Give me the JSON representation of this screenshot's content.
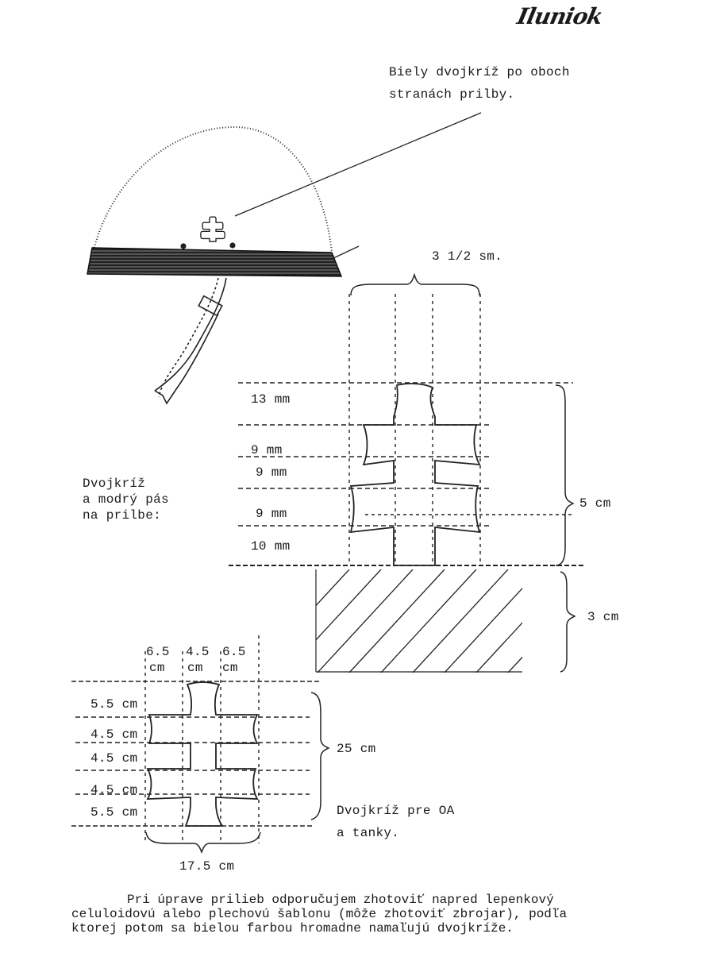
{
  "signature": "Iluniok",
  "helmet_note": {
    "line1": "Biely dvojkríž po oboch",
    "line2": "stranách prilby."
  },
  "helmet_section": {
    "width_label": "3 1/2 sm.",
    "dims": [
      "13 mm",
      "9 mm",
      "9 mm",
      "9 mm",
      "10 mm"
    ],
    "height_label": "5 cm",
    "stripe_label": "3 cm",
    "caption": [
      "Dvojkríž",
      "a modrý pás",
      "na prilbe:"
    ]
  },
  "vehicle_section": {
    "col_values": [
      "6.5",
      "4.5",
      "6.5"
    ],
    "col_units": [
      "cm",
      "cm",
      "cm"
    ],
    "row_dims": [
      "5.5 cm",
      "4.5 cm",
      "4.5 cm",
      "4.5 cm",
      "5.5 cm"
    ],
    "height_label": "25 cm",
    "width_label": "17.5 cm",
    "caption": [
      "Dvojkríž pre OA",
      "a tanky."
    ]
  },
  "bottom_text": [
    "Pri úprave prilieb  odporučujem zhotoviť napred lepenkový",
    "celuloidovú alebo plechovú šablonu (môže zhotoviť zbrojar), podľa",
    "ktorej potom sa bielou farbou hromadne namaľujú dvojkríže."
  ]
}
